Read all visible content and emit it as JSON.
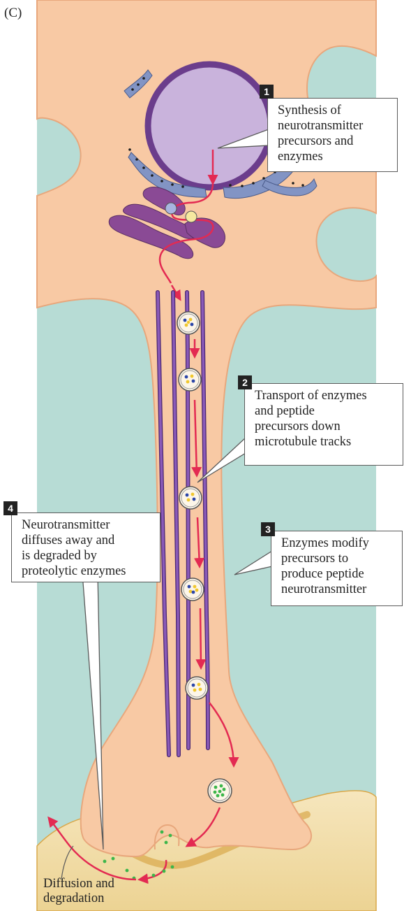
{
  "panel_label": "(C)",
  "steps": [
    {
      "number": "1",
      "lines": [
        "Synthesis of",
        "neurotransmitter",
        "precursors and",
        "enzymes"
      ]
    },
    {
      "number": "2",
      "lines": [
        "Transport of enzymes",
        "and peptide",
        "precursors down",
        "microtubule tracks"
      ]
    },
    {
      "number": "3",
      "lines": [
        "Enzymes modify",
        "precursors to",
        "produce peptide",
        "neurotransmitter"
      ]
    },
    {
      "number": "4",
      "lines": [
        "Neurotransmitter",
        "diffuses away and",
        "is degraded by",
        "proteolytic enzymes"
      ]
    }
  ],
  "diffusion_label": [
    "Diffusion and",
    "degradation"
  ],
  "colors": {
    "background": "#b7dcd5",
    "cell_body": "#f8c9a4",
    "cell_edge": "#e8a77c",
    "nucleus_fill": "#c9b3dc",
    "nucleus_ring": "#6b3d8c",
    "rough_er": "#8294c4",
    "golgi": "#8a4a95",
    "microtubule": "#7a4aa8",
    "arrow": "#e32a52",
    "postsynaptic": "#f4e2b3",
    "postsynaptic_edge": "#d9a84a",
    "peptide_dot": "#3cb64a"
  },
  "icons": [
    "vesicle-icon",
    "arrow-icon"
  ]
}
